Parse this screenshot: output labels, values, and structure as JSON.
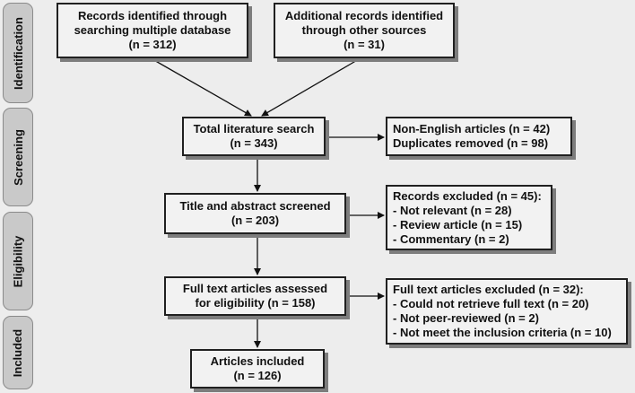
{
  "phases": [
    "Identification",
    "Screening",
    "Eligibility",
    "Included"
  ],
  "boxes": {
    "records_database": [
      "Records identified through",
      "searching multiple database",
      "(n = 312)"
    ],
    "records_other": [
      "Additional records identified",
      "through other sources",
      "(n = 31)"
    ],
    "total_search": [
      "Total literature search",
      "(n = 343)"
    ],
    "non_english": [
      "Non-English articles (n = 42)",
      "Duplicates removed (n = 98)"
    ],
    "title_abstract": [
      "Title and abstract screened",
      "(n = 203)"
    ],
    "records_excluded": [
      "Records excluded (n = 45):",
      "- Not relevant (n = 28)",
      "- Review article (n = 15)",
      "- Commentary (n = 2)"
    ],
    "full_text_assessed": [
      "Full text articles assessed",
      "for eligibility (n = 158)"
    ],
    "full_text_excluded": [
      "Full text articles excluded (n = 32):",
      "- Could not retrieve full text (n = 20)",
      "- Not peer-reviewed (n = 2)",
      "- Not meet the inclusion criteria (n = 10)"
    ],
    "included": [
      "Articles included",
      "(n = 126)"
    ]
  }
}
